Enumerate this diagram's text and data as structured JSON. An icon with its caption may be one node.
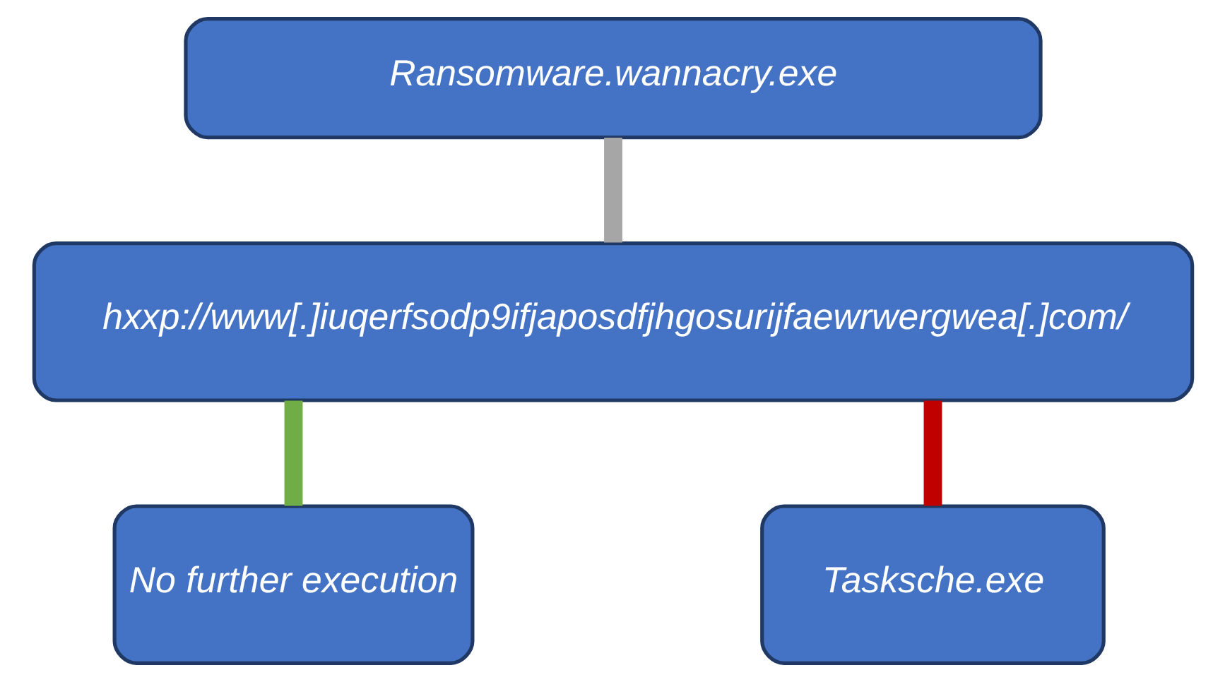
{
  "diagram": {
    "nodes": [
      {
        "text": [
          "Ransomware.wannacry.exe"
        ]
      },
      {
        "text": [
          "hxxp://www[.]iuqerfsodp9ifjaposdfjhgosurijfaewrwergwea[.]com/"
        ]
      },
      {
        "text": [
          "No further execution"
        ]
      },
      {
        "text": [
          "Tasksche.exe"
        ]
      }
    ],
    "edges": [
      {
        "from": 0,
        "to": 1,
        "arrow": "none",
        "color": "#a6a6a6"
      },
      {
        "from": 1,
        "to": 2,
        "arrow": "none",
        "color": "#70ad47"
      },
      {
        "from": 1,
        "to": 3,
        "arrow": "none",
        "color": "#c00000"
      }
    ]
  }
}
